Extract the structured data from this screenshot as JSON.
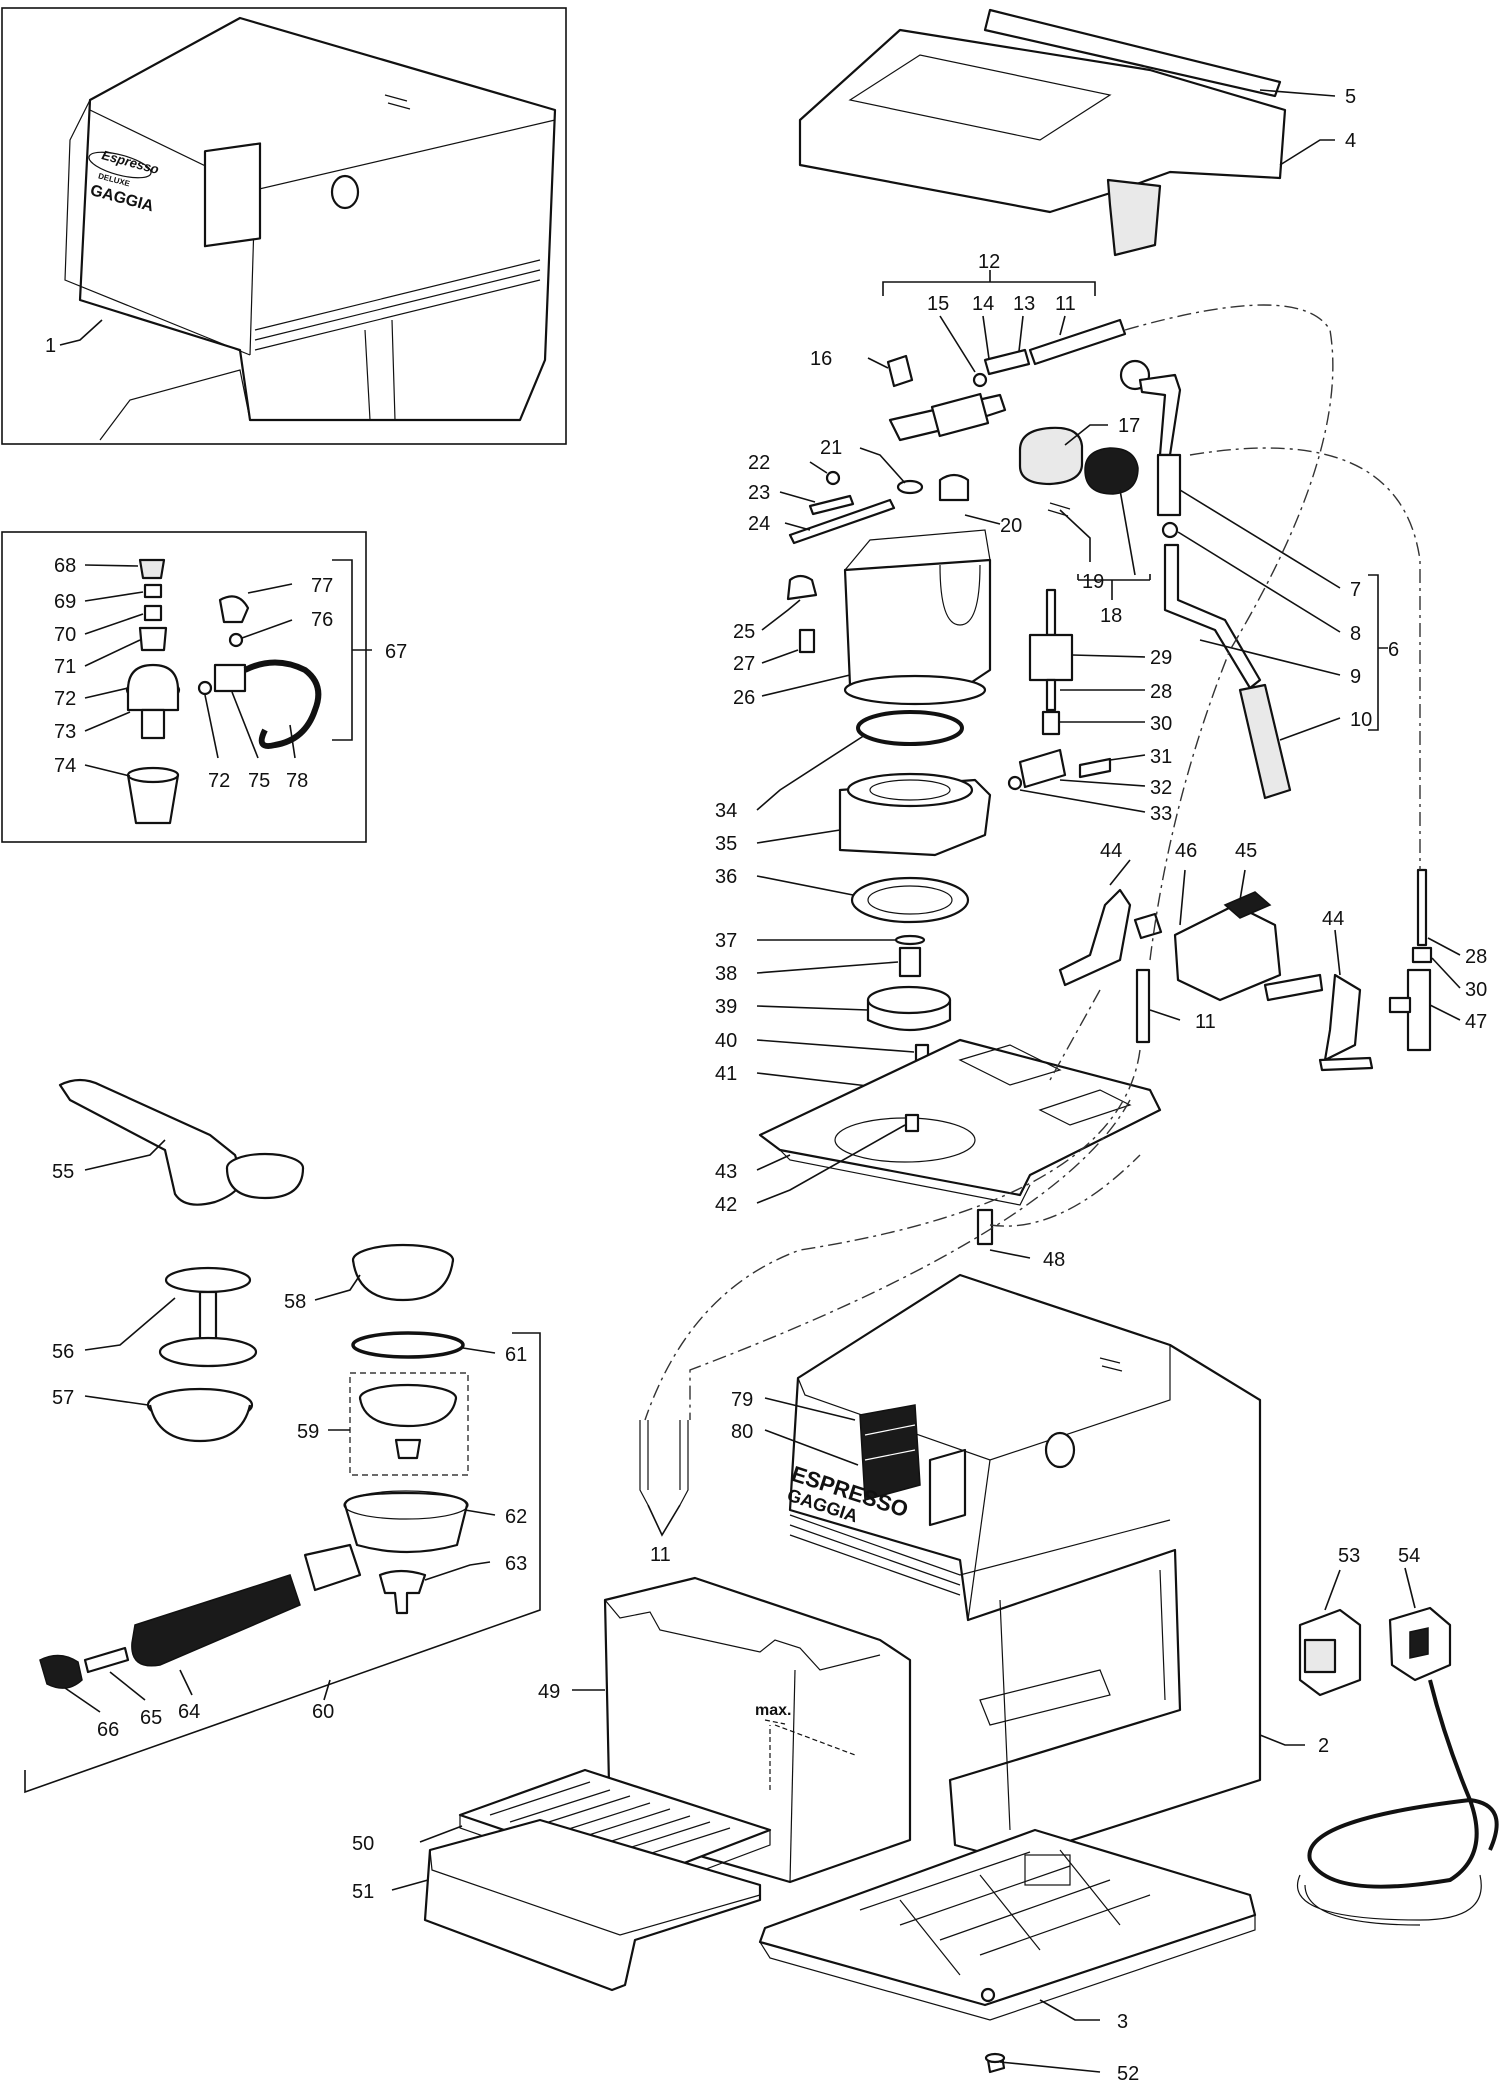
{
  "brand": {
    "inset_line1": "Espresso",
    "inset_line2": "DELUXE",
    "inset_line3": "GAGGIA",
    "body_line1": "ESPRESSO",
    "body_line2": "GAGGIA",
    "tank_mark": "max."
  },
  "callouts": {
    "c1": "1",
    "c2": "2",
    "c3": "3",
    "c4": "4",
    "c5": "5",
    "c6": "6",
    "c7": "7",
    "c8": "8",
    "c9": "9",
    "c10": "10",
    "c11a": "11",
    "c11b": "11",
    "c11c": "11",
    "c12": "12",
    "c13": "13",
    "c14": "14",
    "c15": "15",
    "c16": "16",
    "c17": "17",
    "c18": "18",
    "c19": "19",
    "c20": "20",
    "c21": "21",
    "c22": "22",
    "c23": "23",
    "c24": "24",
    "c25": "25",
    "c26": "26",
    "c27": "27",
    "c28a": "28",
    "c28b": "28",
    "c29": "29",
    "c30a": "30",
    "c30b": "30",
    "c31": "31",
    "c32": "32",
    "c33": "33",
    "c34": "34",
    "c35": "35",
    "c36": "36",
    "c37": "37",
    "c38": "38",
    "c39": "39",
    "c40": "40",
    "c41": "41",
    "c42": "42",
    "c43": "43",
    "c44a": "44",
    "c44b": "44",
    "c45": "45",
    "c46": "46",
    "c47": "47",
    "c48": "48",
    "c49": "49",
    "c50": "50",
    "c51": "51",
    "c52": "52",
    "c53": "53",
    "c54": "54",
    "c55": "55",
    "c56": "56",
    "c57": "57",
    "c58": "58",
    "c59": "59",
    "c60": "60",
    "c61": "61",
    "c62": "62",
    "c63": "63",
    "c64": "64",
    "c65": "65",
    "c66": "66",
    "c67": "67",
    "c68": "68",
    "c69": "69",
    "c70": "70",
    "c71": "71",
    "c72a": "72",
    "c72b": "72",
    "c73": "73",
    "c74": "74",
    "c75": "75",
    "c76": "76",
    "c77": "77",
    "c78": "78",
    "c79": "79",
    "c80": "80"
  }
}
